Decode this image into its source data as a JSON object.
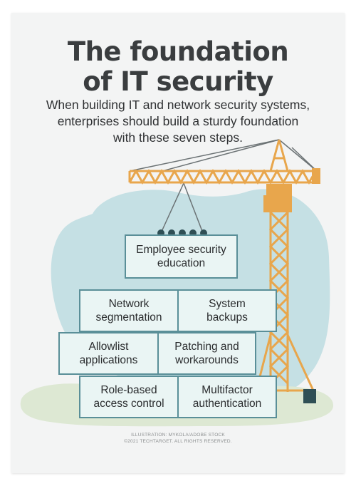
{
  "title": {
    "line1": "The foundation",
    "line2": "of IT security"
  },
  "subtitle": {
    "line1": "When building IT and network security systems,",
    "line2": "enterprises should build a sturdy foundation",
    "line3": "with these seven steps."
  },
  "blocks": {
    "top": {
      "line1": "Employee security",
      "line2": "education"
    },
    "row1_left": {
      "line1": "Network",
      "line2": "segmentation"
    },
    "row1_right": {
      "line1": "System",
      "line2": "backups"
    },
    "row2_left": {
      "line1": "Allowlist",
      "line2": "applications"
    },
    "row2_right": {
      "line1": "Patching and",
      "line2": "workarounds"
    },
    "row3_left": {
      "line1": "Role-based",
      "line2": "access control"
    },
    "row3_right": {
      "line1": "Multifactor",
      "line2": "authentication"
    }
  },
  "credit": {
    "line1": "ILLUSTRATION: MYKOLA/ADOBE STOCK",
    "line2": "©2021 TECHTARGET. ALL RIGHTS RESERVED."
  },
  "colors": {
    "card_background": "#f3f4f4",
    "blob_blue": "#c5e0e4",
    "blob_green": "#dde8d3",
    "block_fill": "#eaf5f4",
    "block_border": "#5a8f98",
    "crane_orange": "#e8a64c",
    "hook_dark": "#2f4f55"
  }
}
